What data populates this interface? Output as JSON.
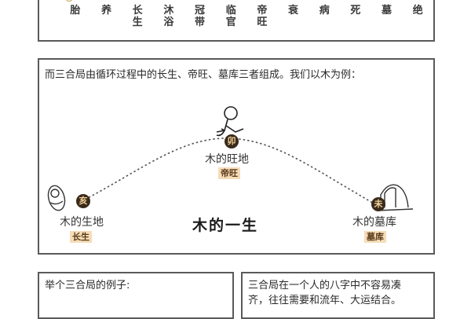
{
  "stages": [
    {
      "l1": "胎",
      "l2": ""
    },
    {
      "l1": "养",
      "l2": ""
    },
    {
      "l1": "长",
      "l2": "生"
    },
    {
      "l1": "沐",
      "l2": "浴"
    },
    {
      "l1": "冠",
      "l2": "带"
    },
    {
      "l1": "临",
      "l2": "官"
    },
    {
      "l1": "帝",
      "l2": "旺"
    },
    {
      "l1": "衰",
      "l2": ""
    },
    {
      "l1": "病",
      "l2": ""
    },
    {
      "l1": "死",
      "l2": ""
    },
    {
      "l1": "墓",
      "l2": ""
    },
    {
      "l1": "绝",
      "l2": ""
    }
  ],
  "cycle": {
    "intro": "而三合局由循环过程中的长生、帝旺、墓库三者组成。我们以木为例：",
    "title": "木的一生",
    "birth": {
      "branch": "亥",
      "place": "木的生地",
      "tag": "长生"
    },
    "peak": {
      "branch": "卯",
      "place": "木的旺地",
      "tag": "帝旺"
    },
    "tomb": {
      "branch": "未",
      "place": "木的墓库",
      "tag": "墓库"
    },
    "accent": "#f5dcb8"
  },
  "example": {
    "text": "举个三合局的例子:"
  },
  "note": {
    "line1": "三合局在一个人的八字中不容易凑",
    "line2": "齐，往往需要和流年、大运结合。"
  }
}
